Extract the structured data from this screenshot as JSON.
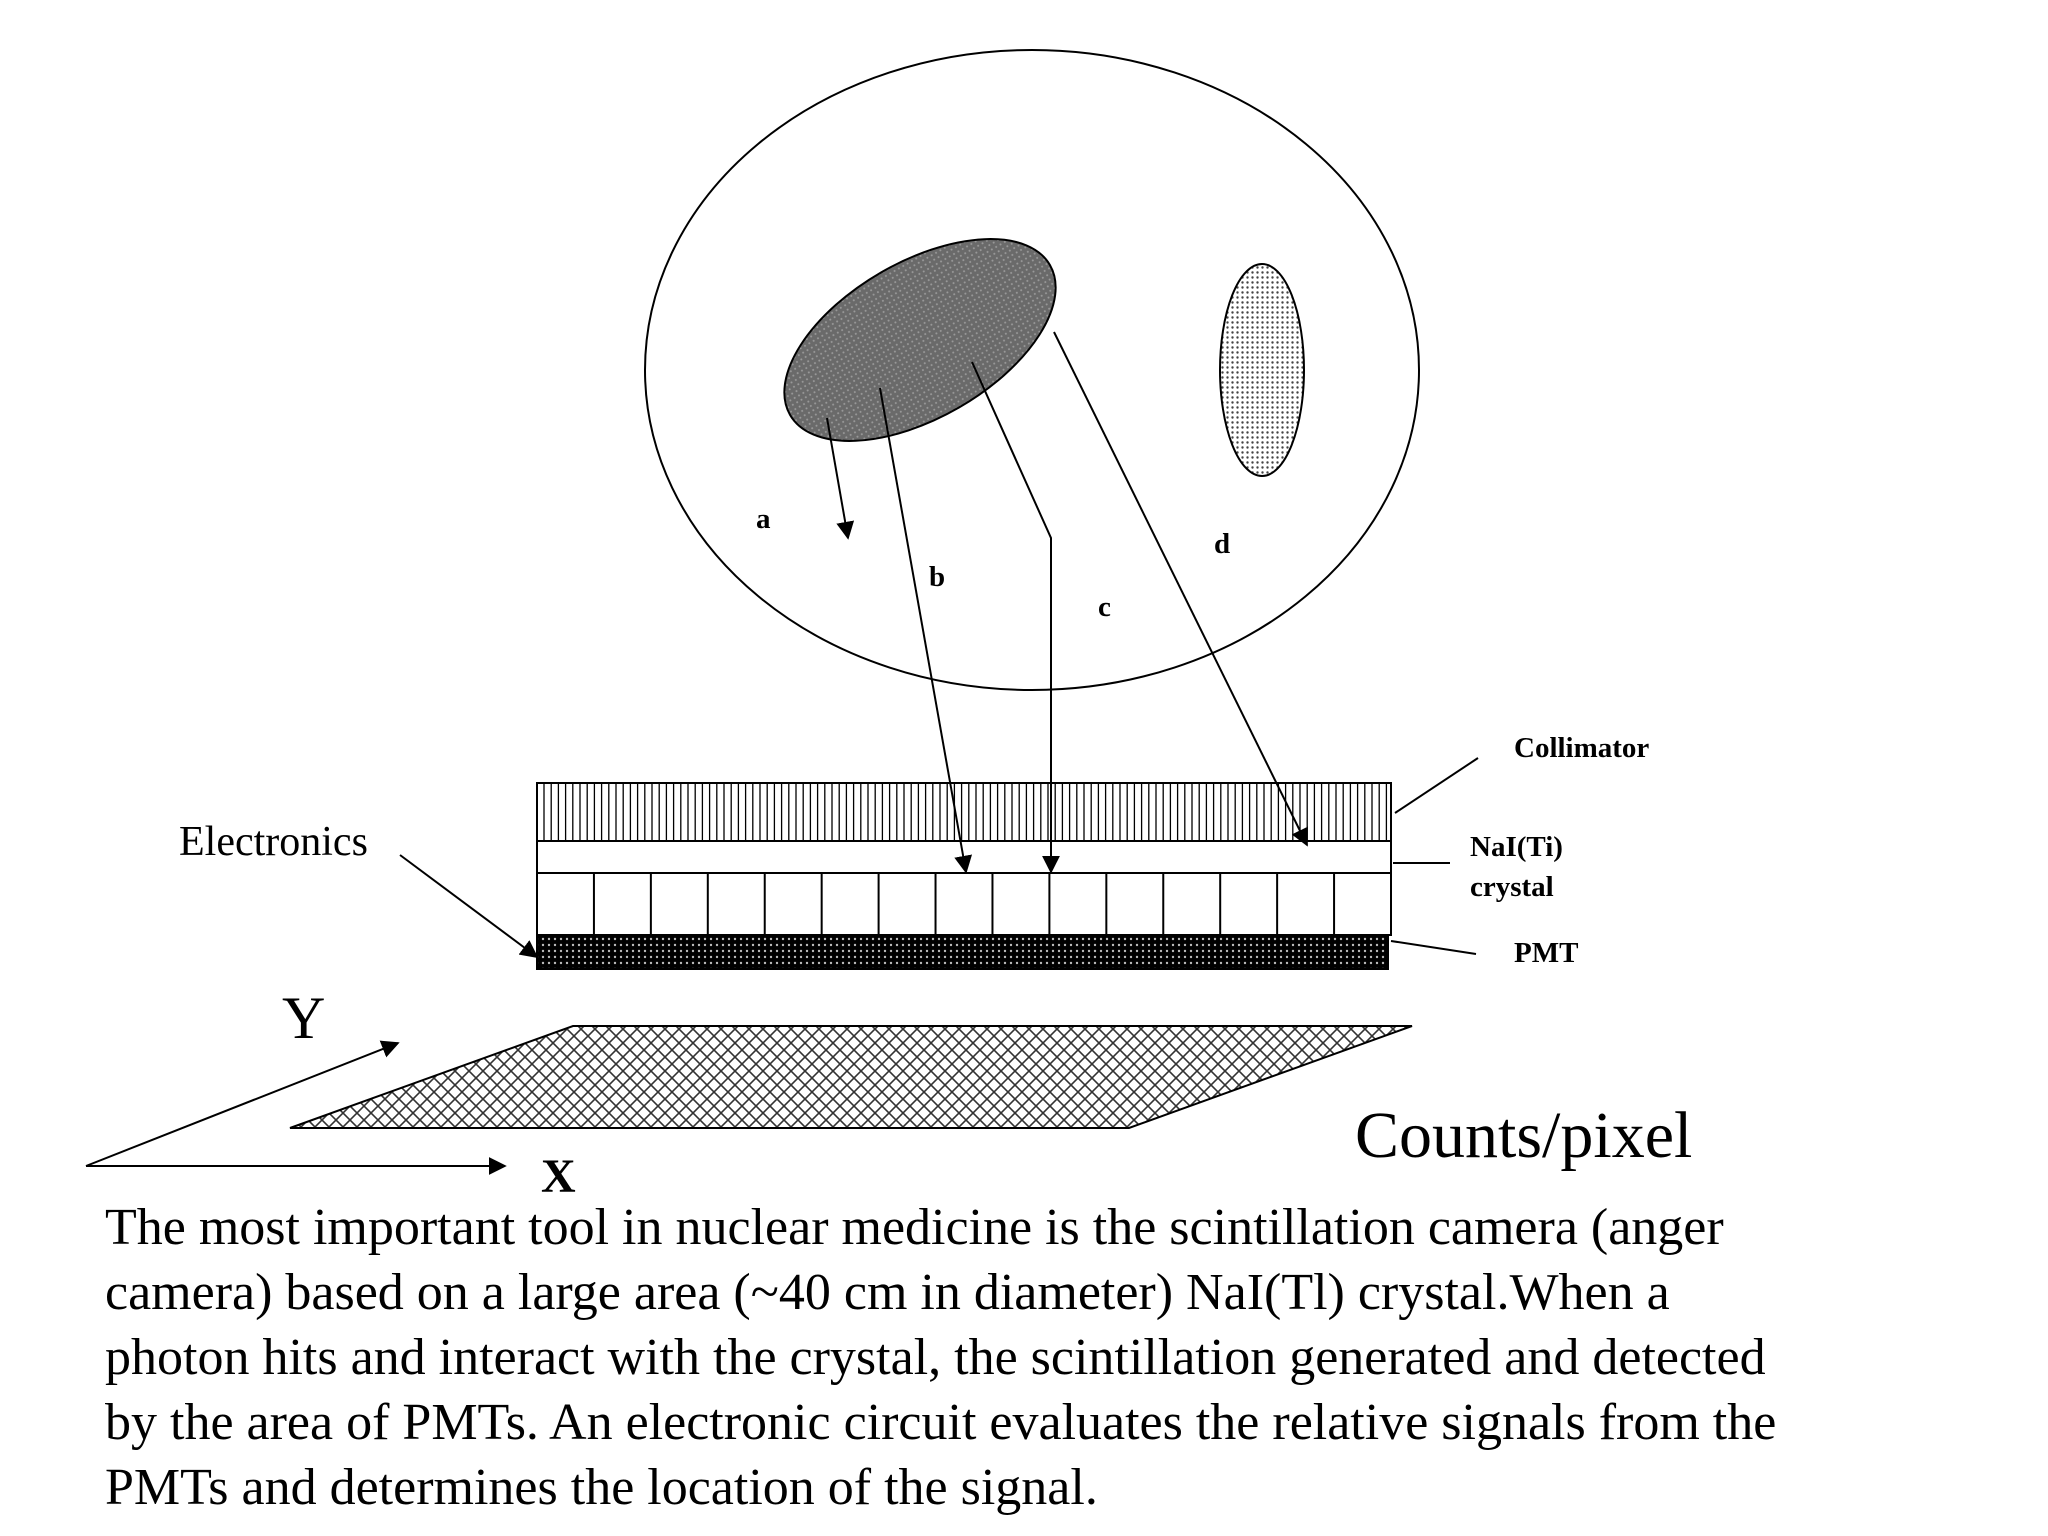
{
  "diagram": {
    "ray_labels": [
      "a",
      "b",
      "c",
      "d"
    ],
    "layers": {
      "collimator": "Collimator",
      "crystal_line1": "NaI(Ti)",
      "crystal_line2": "crystal",
      "pmt": "PMT",
      "electronics": "Electronics"
    },
    "axes": {
      "y": "Y",
      "x": "X"
    },
    "image_plane_label": "Counts/pixel"
  },
  "caption": {
    "lines": [
      "The most important tool in nuclear medicine is the scintillation camera (anger",
      "camera) based on a large area (~40 cm in diameter) NaI(Tl) crystal.When a",
      "photon hits and interact with the crystal, the scintillation generated and detected",
      "by the area of PMTs. An electronic circuit evaluates the relative signals from the",
      "PMTs and determines the location of the signal."
    ]
  },
  "colors": {
    "ink": "#000000",
    "organ_fill": "#666666",
    "background": "#ffffff"
  }
}
